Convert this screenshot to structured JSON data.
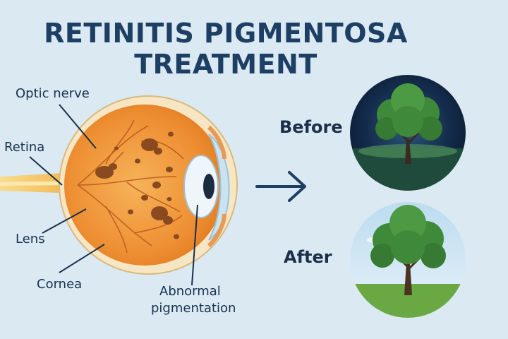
{
  "title": {
    "line1": "RETINITIS PIGMENTOSA",
    "line2": "TREATMENT"
  },
  "labels": {
    "optic_nerve": "Optic nerve",
    "retina": "Retina",
    "lens": "Lens",
    "cornea": "Cornea",
    "abnormal_line1": "Abnormal",
    "abnormal_line2": "pigmentation"
  },
  "comparison": {
    "before": "Before",
    "after": "After"
  },
  "icons": {
    "arrow": "right-arrow-icon",
    "tree": "tree-icon",
    "eye": "eye-cross-section"
  },
  "colors": {
    "background": "#dbe9f3",
    "title": "#1d3f63",
    "eye_fill": "#f0993b",
    "pigment": "#8a4a1f",
    "night_sky": "#0f2340",
    "day_sky": "#cfe6f4",
    "grass": "#5e9a3a",
    "foliage": "#3f8a3a"
  }
}
